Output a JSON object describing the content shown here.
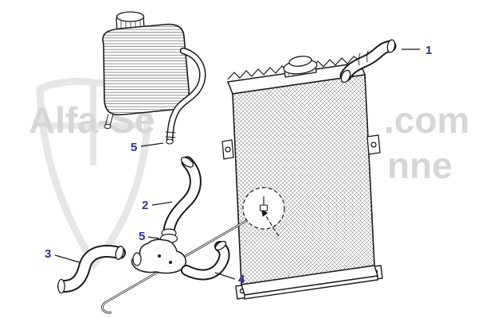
{
  "watermark": {
    "part1": "Alfa-Se",
    "part2": ".com",
    "part3": "nne"
  },
  "labels": {
    "hose_top_right": "1",
    "hose_middle": "2",
    "hose_bottom_left": "3",
    "hose_bottom_right": "4",
    "expansion_hose": "5",
    "thermostat_hose": "5"
  },
  "colors": {
    "label": "#2e3192",
    "watermark": "#d6d6d6",
    "line": "#1a1a1a"
  }
}
